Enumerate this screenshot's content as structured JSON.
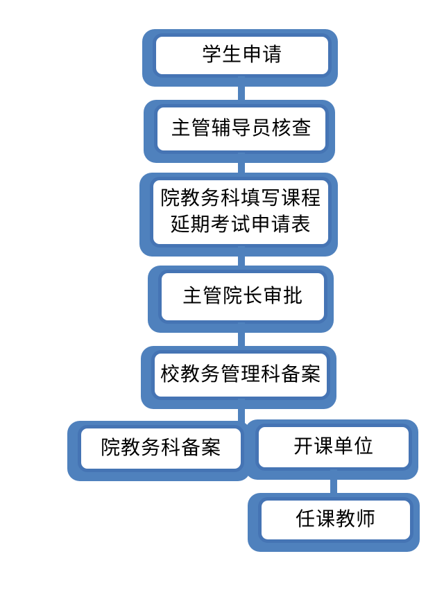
{
  "flowchart": {
    "nodes": [
      {
        "label": "学生申请"
      },
      {
        "label": "主管辅导员核查"
      },
      {
        "label": "院教务科填写课程\n延期考试申请表"
      },
      {
        "label": "主管院长审批"
      },
      {
        "label": "校教务管理科备案"
      },
      {
        "label": "院教务科备案"
      },
      {
        "label": "开课单位"
      },
      {
        "label": "任课教师"
      }
    ],
    "colors": {
      "box_border": "#4574b4",
      "box_shadow": "#4f81bd",
      "box_fill": "#ffffff",
      "text_color": "#000000",
      "background": "#ffffff"
    }
  }
}
